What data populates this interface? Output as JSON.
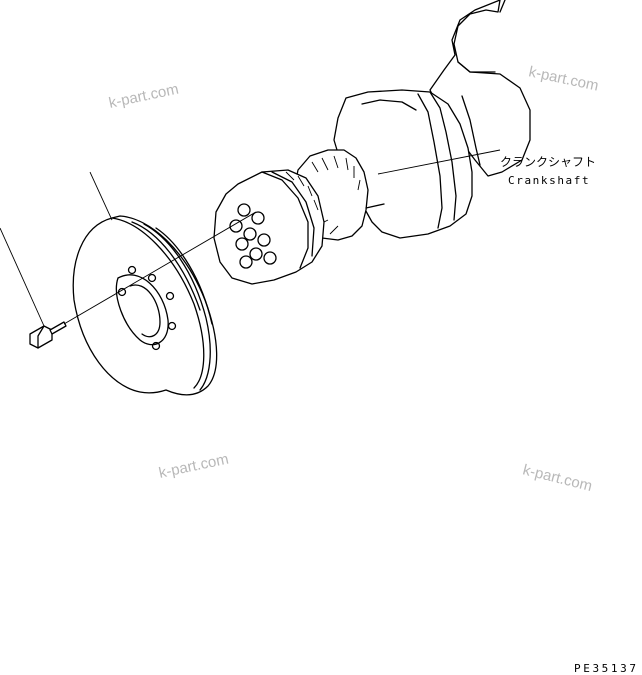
{
  "labels": {
    "crankshaft_jp": "クランクシャフト",
    "crankshaft_en": "Crankshaft"
  },
  "figure_code": "PE35137",
  "watermarks": [
    "k-part.com",
    "k-part.com",
    "k-part.com",
    "k-part.com"
  ]
}
